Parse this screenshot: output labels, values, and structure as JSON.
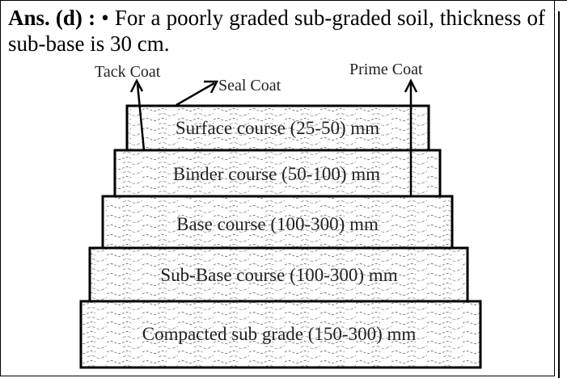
{
  "answer": {
    "prefix": "Ans. (d) :",
    "bullet": "•",
    "text": "For a poorly graded sub-graded soil, thickness of sub-base is 30 cm."
  },
  "diagram": {
    "coats": {
      "tack": "Tack Coat",
      "seal": "Seal Coat",
      "prime": "Prime Coat"
    },
    "layers": [
      "Surface course (25-50) mm",
      "Binder course  (50-100) mm",
      "Base  course (100-300) mm",
      "Sub-Base course (100-300) mm",
      "Compacted sub grade (150-300) mm"
    ]
  }
}
